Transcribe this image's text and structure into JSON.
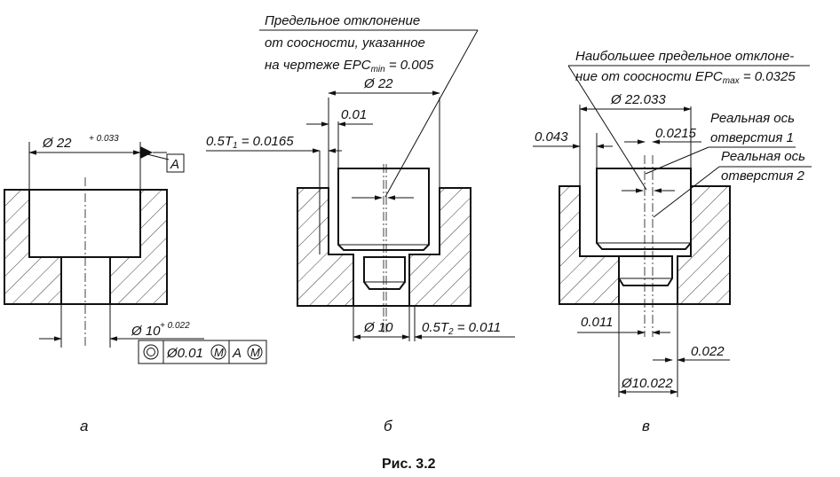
{
  "view_a": {
    "dim_outer": "Ø 22",
    "dim_outer_tol": "+ 0.033",
    "datum": "A",
    "dim_inner": "Ø 10",
    "dim_inner_tol": "+ 0.022",
    "frame_tolerance": "Ø0.01",
    "frame_m": "M",
    "frame_datum": "A",
    "frame_datum_m": "M",
    "letter": "а"
  },
  "view_b": {
    "note_line1": "Предельное отклонение",
    "note_line2": "от соосности, указанное",
    "note_line3_pre": "на чертеже ЕРС",
    "note_line3_sub": "min",
    "note_line3_post": " = 0.005",
    "dim_outer": "Ø 22",
    "dim_small": "0.01",
    "dim_t1_pre": "0.5T",
    "dim_t1_sub": "1",
    "dim_t1_post": " = 0.0165",
    "dim_inner": "Ø 10",
    "dim_t2_pre": "0.5T",
    "dim_t2_sub": "2",
    "dim_t2_post": " = 0.011",
    "letter": "б"
  },
  "view_c": {
    "note_line1": "Наибольшее предельное отклоне-",
    "note_line2_pre": "ние от соосности ЕРС",
    "note_line2_sub": "max",
    "note_line2_post": " = 0.0325",
    "dim_outer": "Ø 22.033",
    "dim_left": "0.043",
    "dim_mid": "0.0215",
    "axis1_line1": "Реальная ось",
    "axis1_line2": "отверстия 1",
    "axis2_line1": "Реальная ось",
    "axis2_line2": "отверстия 2",
    "dim_low_left": "0.011",
    "dim_low_right": "0.022",
    "dim_bottom": "Ø10.022",
    "letter": "в"
  },
  "caption": "Рис. 3.2"
}
